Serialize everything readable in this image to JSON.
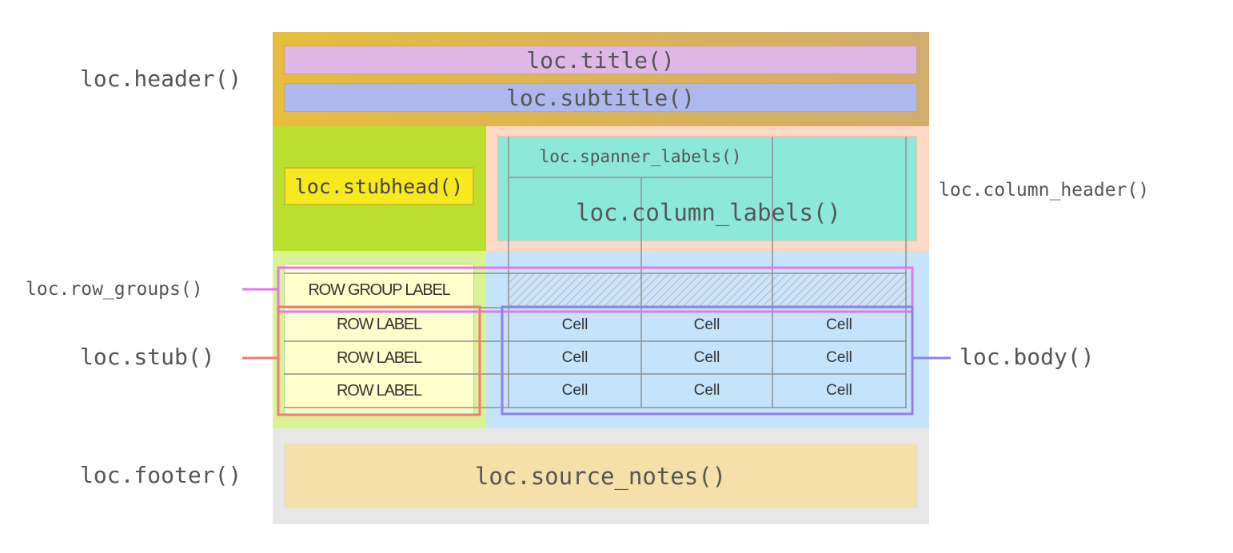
{
  "labels": {
    "title": "loc.title()",
    "subtitle": "loc.subtitle()",
    "header": "loc.header()",
    "stubhead": "loc.stubhead()",
    "spanner_labels": "loc.spanner_labels()",
    "column_labels": "loc.column_labels()",
    "column_header": "loc.column_header()",
    "row_groups": "loc.row_groups()",
    "stub": "loc.stub()",
    "body": "loc.body()",
    "footer": "loc.footer()",
    "source_notes": "loc.source_notes()"
  },
  "table": {
    "row_group_label": "ROW GROUP LABEL",
    "rows": [
      {
        "label": "ROW LABEL",
        "cells": [
          "Cell",
          "Cell",
          "Cell"
        ]
      },
      {
        "label": "ROW LABEL",
        "cells": [
          "Cell",
          "Cell",
          "Cell"
        ]
      },
      {
        "label": "ROW LABEL",
        "cells": [
          "Cell",
          "Cell",
          "Cell"
        ]
      }
    ]
  },
  "colors": {
    "header_bg": "#deb762",
    "title_bg": "#deb7e7",
    "subtitle_bg": "#adb8ed",
    "stubhead_region_bg": "#badf2e",
    "stubhead_box_bg": "#f8e81e",
    "column_header_region_bg": "#ffd9c6",
    "column_labels_bg": "#8ce8d8",
    "stub_region_bg": "#d9f294",
    "stub_bg": "#ffffcc",
    "body_region_bg": "#c5e4fb",
    "footer_bg": "#e7e7e7",
    "source_notes_bg": "#f4e0a8",
    "row_groups_outline": "#e07ae8",
    "stub_outline": "#f07a7a",
    "body_outline": "#8f80ee",
    "grid_line": "#888888"
  }
}
